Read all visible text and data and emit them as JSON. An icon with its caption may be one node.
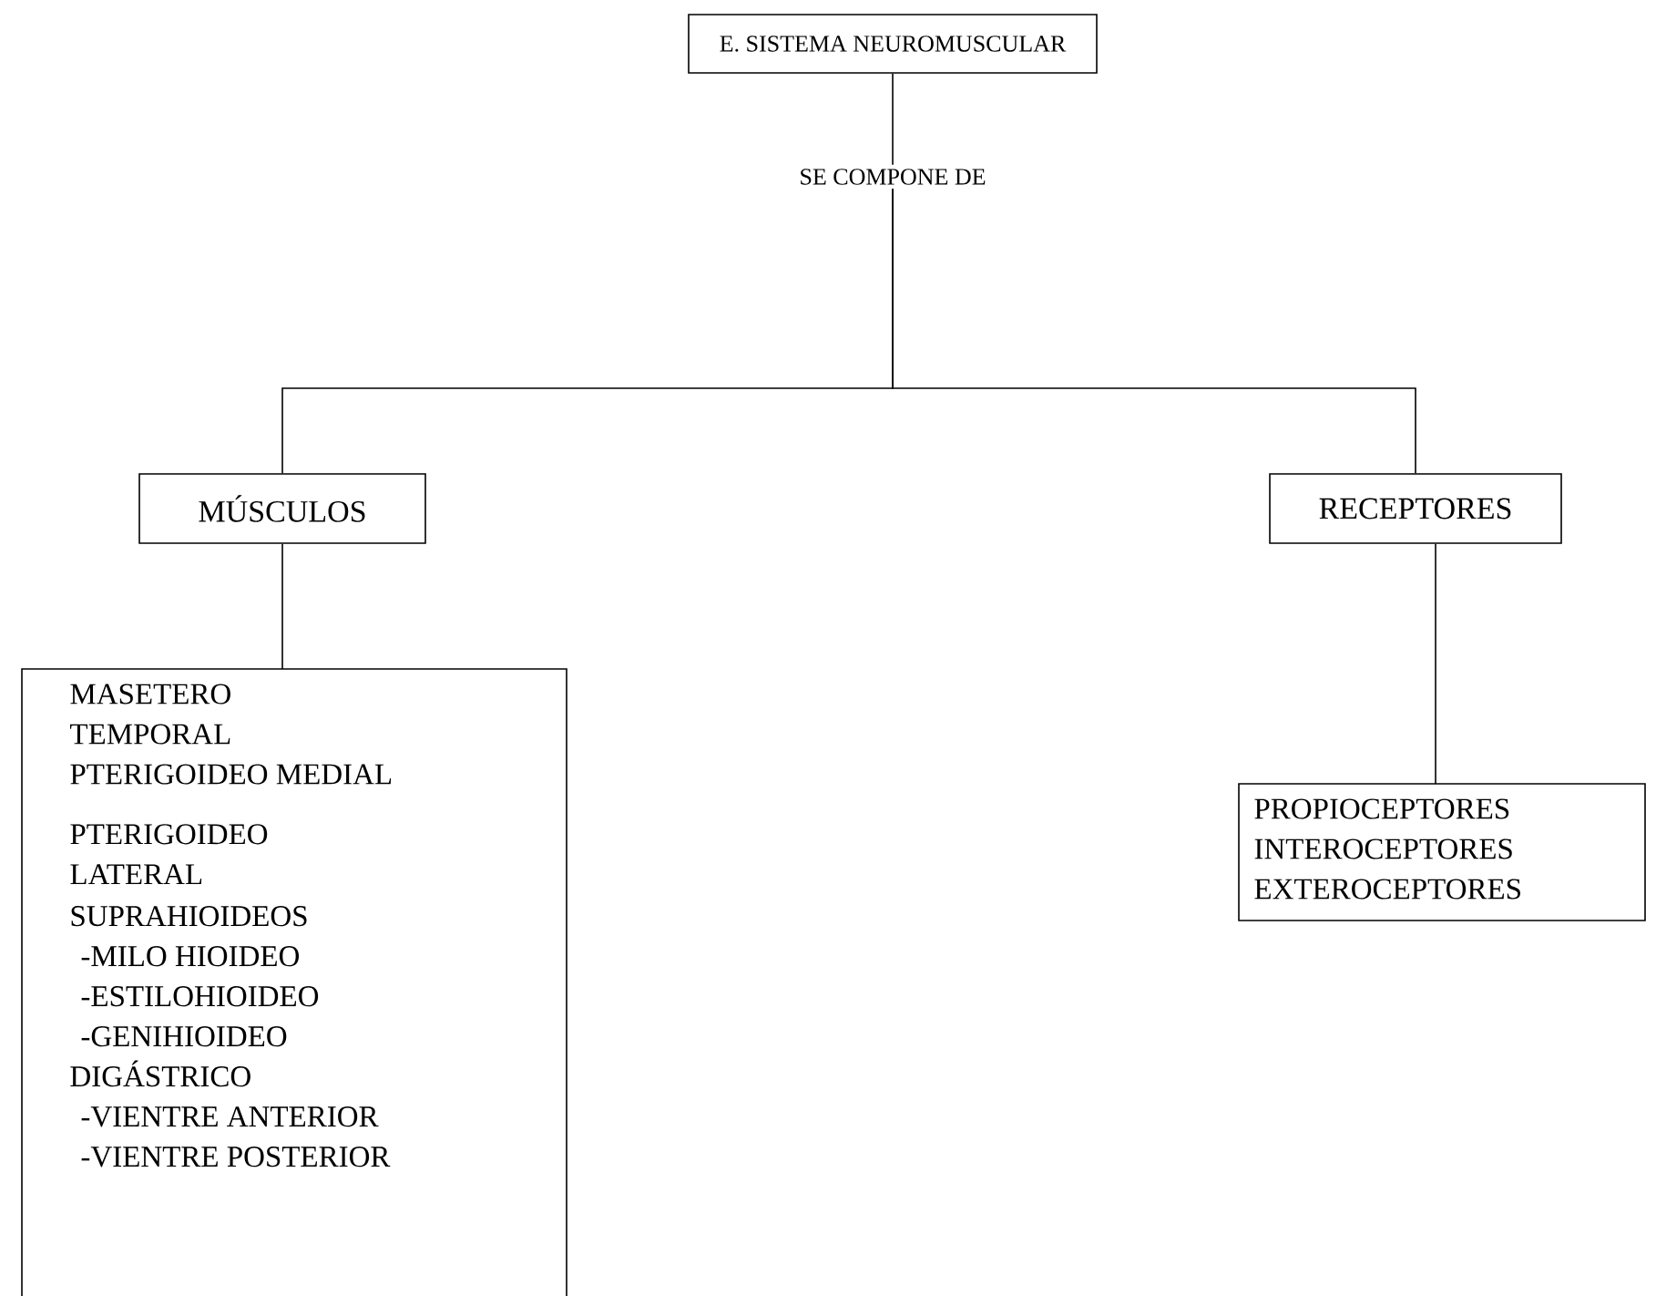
{
  "diagram": {
    "nodes": [
      {
        "text": [
          "E. SISTEMA NEUROMUSCULAR"
        ]
      },
      {
        "text": [
          "SE COMPONE DE"
        ]
      },
      {
        "text": [
          "MÚSCULOS"
        ]
      },
      {
        "text": [
          "RECEPTORES"
        ]
      },
      {
        "text": [
          "MASETERO",
          "TEMPORAL",
          "PTERIGOIDEO MEDIAL",
          "PTERIGOIDEO LATERAL",
          "SUPRAHIOIDEOS",
          "-MILO HIOIDEO",
          "-ESTILOHIOIDEO",
          "-GENIHIOIDEO",
          "DIGÁSTRICO",
          "-VIENTRE ANTERIOR",
          "-VIENTRE POSTERIOR"
        ]
      },
      {
        "text": [
          "PROPIOCEPTORES",
          "INTEROCEPTORES",
          "EXTEROCEPTORES"
        ]
      }
    ],
    "edges": [
      {
        "from": 0,
        "to": 1,
        "arrow": "none"
      },
      {
        "from": 1,
        "to": 2,
        "arrow": "none"
      },
      {
        "from": 1,
        "to": 3,
        "arrow": "none"
      },
      {
        "from": 2,
        "to": 4,
        "arrow": "none"
      },
      {
        "from": 3,
        "to": 5,
        "arrow": "none"
      }
    ]
  }
}
